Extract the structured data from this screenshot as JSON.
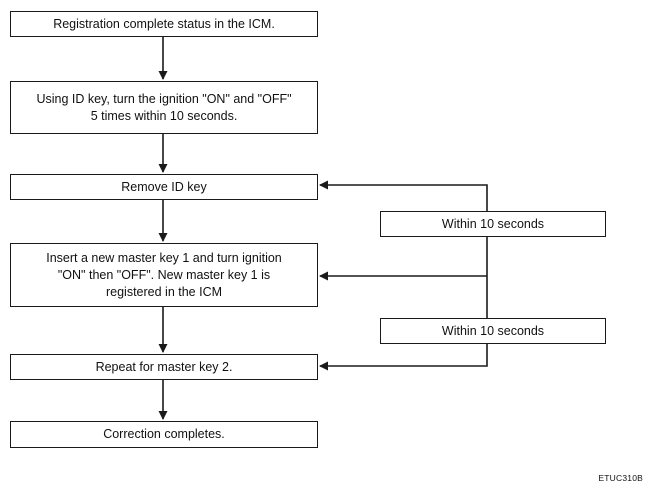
{
  "steps": [
    "Registration complete status in the ICM.",
    "Using ID key, turn the ignition \"ON\" and \"OFF\" 5 times within 10 seconds.",
    "Remove ID key",
    "Insert a new master key 1 and turn ignition \"ON\" then \"OFF\". New master key 1 is registered in the ICM",
    "Repeat for master key 2.",
    "Correction completes."
  ],
  "step2_lines": [
    "Using ID key, turn the ignition \"ON\" and \"OFF\"",
    "5 times within 10 seconds."
  ],
  "time_limits": [
    "Within 10 seconds",
    "Within 10 seconds"
  ],
  "figure_code": "ETUC310B",
  "colors": {
    "line": "#1a1a1a",
    "background": "#ffffff"
  }
}
